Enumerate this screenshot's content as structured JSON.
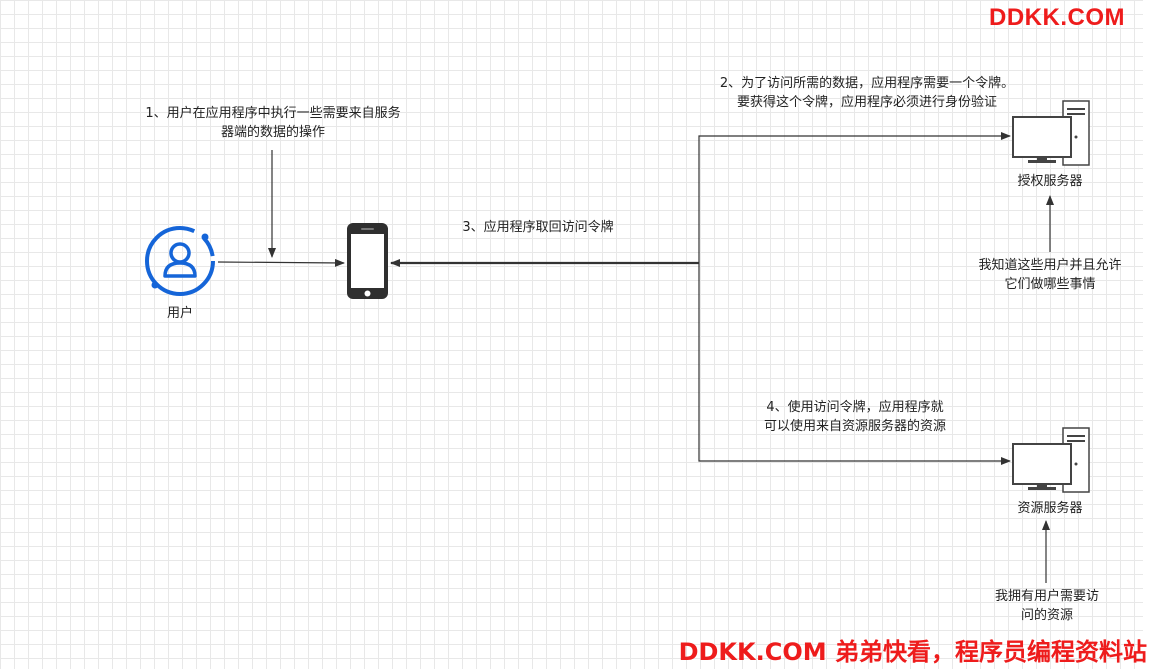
{
  "watermark": {
    "top": "DDKK.COM",
    "bottom": "DDKK.COM 弟弟快看，程序员编程资料站"
  },
  "nodes": {
    "user": {
      "label": "用户",
      "icon": "user-icon"
    },
    "phone": {
      "icon": "smartphone-icon"
    },
    "auth_server": {
      "label": "授权服务器",
      "icon": "server-icon"
    },
    "resource_server": {
      "label": "资源服务器",
      "icon": "server-icon"
    }
  },
  "steps": {
    "step1": {
      "line1": "1、用户在应用程序中执行一些需要来自服务",
      "line2": "器端的数据的操作"
    },
    "step2": {
      "line1": "2、为了访问所需的数据，应用程序需要一个令牌。",
      "line2": "要获得这个令牌，应用程序必须进行身份验证"
    },
    "step3": {
      "line1": "3、应用程序取回访问令牌"
    },
    "step4": {
      "line1": "4、使用访问令牌，应用程序就",
      "line2": "可以使用来自资源服务器的资源"
    }
  },
  "notes": {
    "auth_note": {
      "line1": "我知道这些用户并且允许",
      "line2": "它们做哪些事情"
    },
    "resource_note": {
      "line1": "我拥有用户需要访",
      "line2": "问的资源"
    }
  },
  "colors": {
    "user_icon": "#1565d8",
    "line": "#333333",
    "watermark": "#ee1c1c"
  }
}
